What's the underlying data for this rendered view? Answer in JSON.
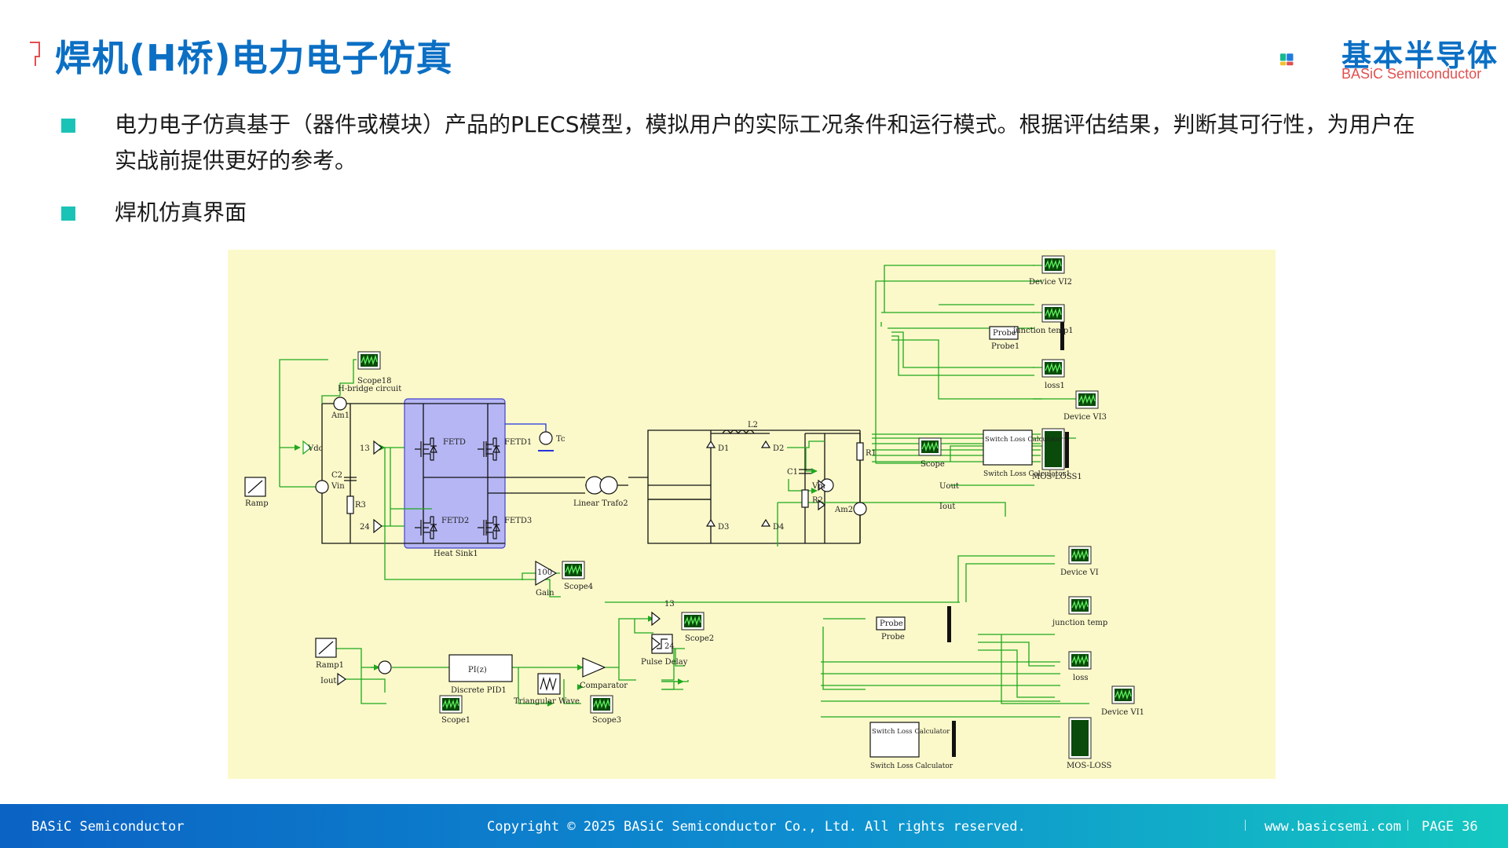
{
  "header": {
    "title": "焊机(H桥)电力电子仿真",
    "logo_cn": "基本半导体",
    "logo_en": "BASiC Semiconductor"
  },
  "bullets": [
    "电力电子仿真基于（器件或模块）产品的PLECS模型，模拟用户的实际工况条件和运行模式。根据评估结果，判断其可行性，为用户在实战前提供更好的参考。",
    "焊机仿真界面"
  ],
  "diagram": {
    "labels": {
      "scope18": "Scope18",
      "hbridge": "H-bridge circuit",
      "am1": "Am1",
      "vdc": "Vdc",
      "c2": "C2",
      "vin": "Vin",
      "ramp": "Ramp",
      "r3": "R3",
      "in13": "13",
      "in24": "24",
      "fetd": "FETD",
      "fetd1": "FETD1",
      "fetd2": "FETD2",
      "fetd3": "FETD3",
      "heatsink": "Heat Sink1",
      "tc": "Tc",
      "trafo": "Linear Trafo2",
      "l2": "L2",
      "d1": "D1",
      "d2": "D2",
      "d3": "D3",
      "d4": "D4",
      "c1": "C1",
      "r2": "R2",
      "vm": "Vm",
      "r1": "R1",
      "am2": "Am2",
      "scope": "Scope",
      "uout": "Uout",
      "iout": "Iout",
      "gain": "Gain",
      "gain_val": "100",
      "scope4": "Scope4",
      "ramp1": "Ramp1",
      "iout_in": "Iout",
      "pid_block": "PI(z)",
      "pid": "Discrete PID1",
      "scope1": "Scope1",
      "tri": "Triangular Wave",
      "scope3": "Scope3",
      "comparator": "Comparator",
      "pulse": "Pulse Delay",
      "scope2": "Scope2",
      "out13": "13",
      "out24": "24",
      "probe_block": "Probe",
      "probe1": "Probe1",
      "dev_vi2": "Device VI2",
      "jtemp1": "junction temp1",
      "loss1": "loss1",
      "dev_vi3": "Device VI3",
      "slc_block": "Switch Loss Calculator",
      "slc1": "Switch Loss Calculator1",
      "mos_loss1": "MOS-LOSS1",
      "dev_vi": "Device VI",
      "probe": "Probe",
      "jtemp": "junction temp",
      "loss": "loss",
      "dev_vi1": "Device VI1",
      "slc": "Switch Loss Calculator",
      "mos_loss": "MOS-LOSS"
    }
  },
  "footer": {
    "left": "BASiC Semiconductor",
    "copyright": "Copyright © 2025 BASiC Semiconductor Co., Ltd. All rights reserved.",
    "website": "www.basicsemi.com",
    "page": "PAGE 36"
  },
  "colors": {
    "title": "#0b6fc4",
    "bullet": "#1bc3b6",
    "diagram_bg": "#fbf9c9",
    "wire_green": "#1fa81f",
    "wire_black": "#111111",
    "heatsink": "#b6b6f5",
    "logo_blue": "#1f7be0",
    "logo_yellow": "#f2c12e",
    "logo_red": "#e0504f",
    "logo_green": "#17b890"
  }
}
